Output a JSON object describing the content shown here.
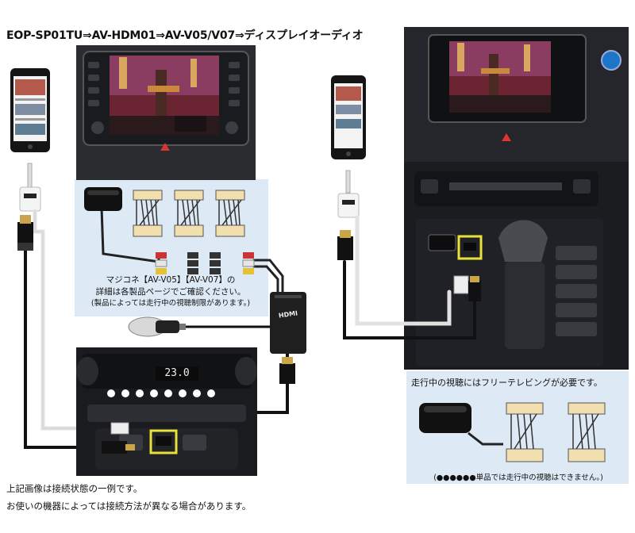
{
  "diagram": {
    "title": "EOP-SP01TU⇒AV-HDM01⇒AV-V05/V07⇒ディスプレイオーディオ",
    "left_callout": {
      "line1": "マジコネ【AV-V05】【AV-V07】の",
      "line2": "詳細は各製品ページでご確認ください。",
      "line3": "(製品によっては走行中の視聴制限があります。)"
    },
    "right_callout": {
      "top": "走行中の視聴にはフリーテレビングが必要です。",
      "bottom": "(●●●●●●単品では走行中の視聴はできません。)"
    },
    "converter_label": "HDMI",
    "climate_temp": "23.0",
    "footer": {
      "line1": "上記画像は接続状態の一例です。",
      "line2": "お使いの機器によっては接続方法が異なる場合があります。"
    }
  }
}
